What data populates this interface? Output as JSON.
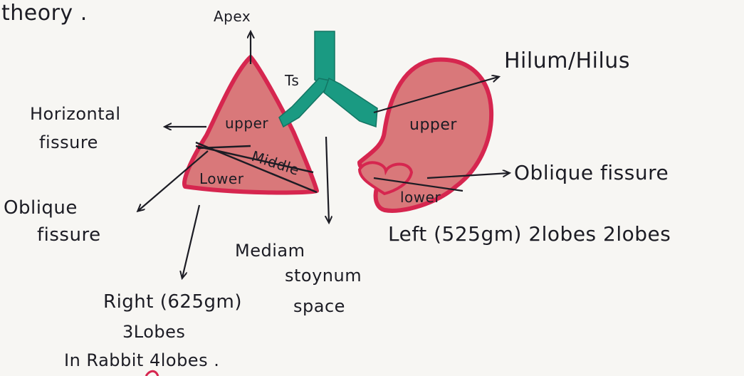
{
  "labels": {
    "theory": "theory .",
    "apex": "Apex",
    "ts": "Ts",
    "hilum": "Hilum/Hilus",
    "horizontal_fissure_1": "Horizontal",
    "horizontal_fissure_2": "fissure",
    "right_upper": "upper",
    "right_middle": "Middle",
    "right_lower": "Lower",
    "left_upper": "upper",
    "left_lower": "lower",
    "oblique_fissure_left": "Oblique fissure",
    "oblique_fissure_right_1": "Oblique",
    "oblique_fissure_right_2": "fissure",
    "mediastinum_1": "Mediam",
    "mediastinum_2": "stoynum",
    "mediastinum_3": "space",
    "left_weight": "Left (525gm) 2lobes 2lobes",
    "right_weight": "Right (625gm)",
    "three_lobes": "3Lobes",
    "rabbit": "In Rabbit 4lobes ."
  },
  "colors": {
    "lung_fill": "#d9787a",
    "lung_outline": "#d6264f",
    "trachea": "#1a9a82",
    "ink": "#1c1c24",
    "paper": "#f7f6f3"
  }
}
